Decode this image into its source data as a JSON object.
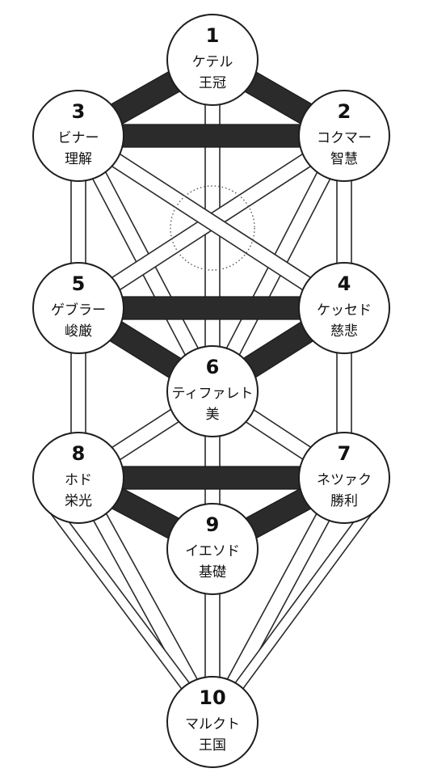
{
  "sephiroth": [
    {
      "id": 1,
      "number": "1",
      "name": "ケテル",
      "meaning": "王冠"
    },
    {
      "id": 2,
      "number": "2",
      "name": "コクマー",
      "meaning": "智慧"
    },
    {
      "id": 3,
      "number": "3",
      "name": "ビナー",
      "meaning": "理解"
    },
    {
      "id": 4,
      "number": "4",
      "name": "ケッセド",
      "meaning": "慈悲"
    },
    {
      "id": 5,
      "number": "5",
      "name": "ゲブラー",
      "meaning": "峻厳"
    },
    {
      "id": 6,
      "number": "6",
      "name": "ティファレト",
      "meaning": "美"
    },
    {
      "id": 7,
      "number": "7",
      "name": "ネツァク",
      "meaning": "勝利"
    },
    {
      "id": 8,
      "number": "8",
      "name": "ホド",
      "meaning": "栄光"
    },
    {
      "id": 9,
      "number": "9",
      "name": "イエソド",
      "meaning": "基礎"
    },
    {
      "id": 10,
      "number": "10",
      "name": "マルクト",
      "meaning": "王国"
    }
  ],
  "paths": [
    {
      "from": 1,
      "to": 2,
      "style": "dark"
    },
    {
      "from": 1,
      "to": 3,
      "style": "dark"
    },
    {
      "from": 2,
      "to": 3,
      "style": "dark"
    },
    {
      "from": 4,
      "to": 5,
      "style": "dark"
    },
    {
      "from": 4,
      "to": 6,
      "style": "dark"
    },
    {
      "from": 5,
      "to": 6,
      "style": "dark"
    },
    {
      "from": 7,
      "to": 8,
      "style": "dark"
    },
    {
      "from": 7,
      "to": 9,
      "style": "dark"
    },
    {
      "from": 8,
      "to": 9,
      "style": "dark"
    },
    {
      "from": 1,
      "to": 6,
      "style": "white"
    },
    {
      "from": 2,
      "to": 4,
      "style": "white"
    },
    {
      "from": 3,
      "to": 5,
      "style": "white"
    },
    {
      "from": 2,
      "to": 6,
      "style": "white"
    },
    {
      "from": 3,
      "to": 6,
      "style": "white"
    },
    {
      "from": 2,
      "to": 5,
      "style": "white"
    },
    {
      "from": 3,
      "to": 4,
      "style": "white"
    },
    {
      "from": 4,
      "to": 7,
      "style": "white"
    },
    {
      "from": 5,
      "to": 8,
      "style": "white"
    },
    {
      "from": 6,
      "to": 7,
      "style": "white"
    },
    {
      "from": 6,
      "to": 8,
      "style": "white"
    },
    {
      "from": 6,
      "to": 9,
      "style": "white"
    },
    {
      "from": 7,
      "to": 10,
      "style": "white"
    },
    {
      "from": 8,
      "to": 10,
      "style": "white"
    },
    {
      "from": 9,
      "to": 10,
      "style": "white"
    },
    {
      "from": 7,
      "to": 10,
      "style": "white-outer"
    },
    {
      "from": 8,
      "to": 10,
      "style": "white-outer"
    }
  ],
  "colors": {
    "dark_path": "#2b2b2b",
    "outline": "#1e1e1e",
    "background": "#ffffff"
  }
}
